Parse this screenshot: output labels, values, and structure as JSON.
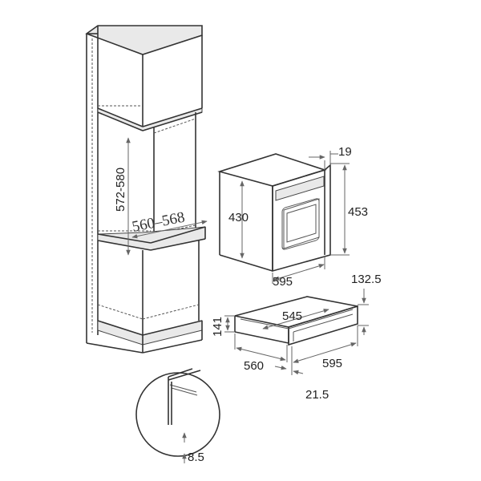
{
  "dimensions": {
    "niche_height": "572-580",
    "niche_width": "560–568",
    "oven_front_depth": "19",
    "oven_height": "430",
    "oven_total_height": "453",
    "oven_width": "595",
    "drawer_offset": "132.5",
    "drawer_height": "141",
    "drawer_inner_width": "545",
    "drawer_depth": "560",
    "drawer_width": "595",
    "drawer_front": "21.5",
    "gap": "8.5"
  }
}
